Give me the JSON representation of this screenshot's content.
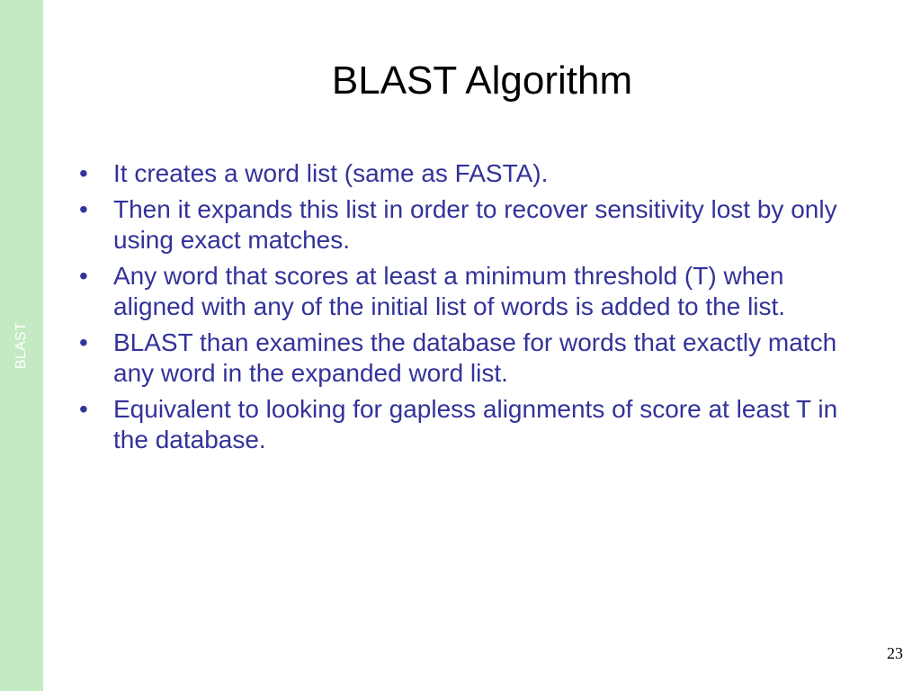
{
  "sidebar": {
    "label": "BLAST",
    "color": "#c3eac3"
  },
  "slide": {
    "title": "BLAST Algorithm",
    "text_color": "#333399",
    "bullets": [
      "It creates a word list (same as FASTA).",
      "Then it expands this list in order to recover sensitivity lost by only using exact matches.",
      "Any word that scores at least a minimum threshold (T) when aligned with any of the initial list of words is added to the list.",
      "BLAST than examines the database for words that exactly match any word in the expanded word list.",
      "Equivalent to looking for gapless alignments of score at least T in the database."
    ],
    "page_number": "23"
  }
}
